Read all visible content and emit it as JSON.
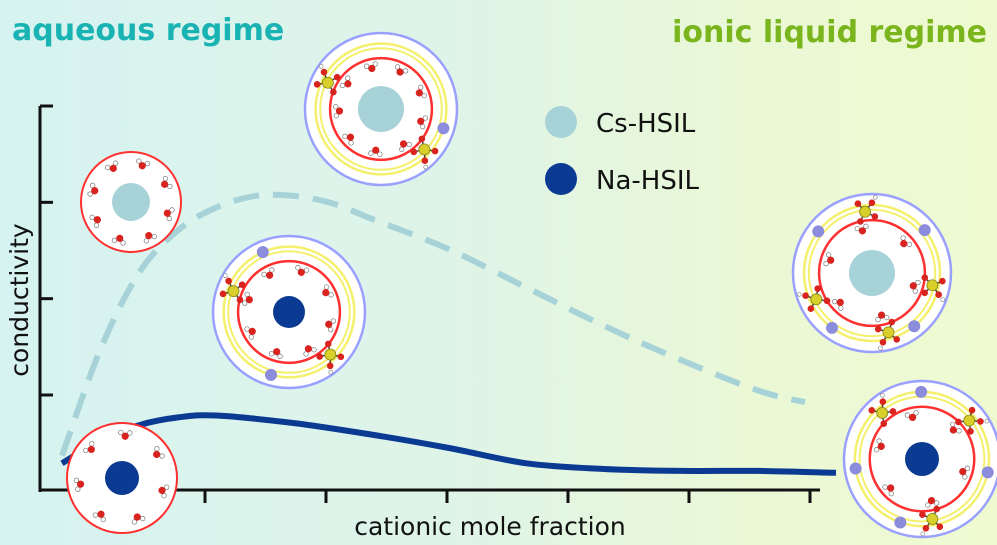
{
  "header": {
    "left_label": "aqueous regime",
    "right_label": "ionic liquid regime",
    "left_color": "#1ab3b3",
    "right_color": "#7ab51d"
  },
  "chart_data": {
    "type": "line",
    "xlabel": "cationic mole fraction",
    "ylabel": "conductivity",
    "xlim": [
      0,
      1
    ],
    "ylim": [
      0,
      1
    ],
    "x_ticks": 6,
    "y_ticks": 4,
    "grid": false,
    "legend": "top-right",
    "series": [
      {
        "name": "Cs-HSIL",
        "color": "#a7d3d8",
        "style": "dashed",
        "x": [
          0.0,
          0.05,
          0.1,
          0.15,
          0.2,
          0.25,
          0.3,
          0.35,
          0.4,
          0.5,
          0.6,
          0.7,
          0.8,
          0.9,
          0.96
        ],
        "y": [
          0.09,
          0.37,
          0.57,
          0.68,
          0.74,
          0.77,
          0.77,
          0.75,
          0.71,
          0.63,
          0.53,
          0.43,
          0.34,
          0.26,
          0.23
        ]
      },
      {
        "name": "Na-HSIL",
        "color": "#0b3a93",
        "style": "solid",
        "x": [
          0.0,
          0.05,
          0.1,
          0.15,
          0.2,
          0.3,
          0.4,
          0.5,
          0.6,
          0.7,
          0.8,
          0.9,
          1.0
        ],
        "y": [
          0.07,
          0.13,
          0.17,
          0.19,
          0.195,
          0.175,
          0.145,
          0.11,
          0.07,
          0.055,
          0.05,
          0.05,
          0.045
        ]
      }
    ]
  },
  "icons": {
    "cs_ion_color": "#a7d3d8",
    "na_ion_color": "#0b3a93",
    "water_oxygen_color": "#d8231f",
    "sulfur_color": "#d8cf2a",
    "counter_cation_color": "#8c8cdc",
    "shell_inner_color": "#ff3030",
    "shell_middle_color": "#f4f06c",
    "shell_outer_color": "#9aa0ff"
  }
}
